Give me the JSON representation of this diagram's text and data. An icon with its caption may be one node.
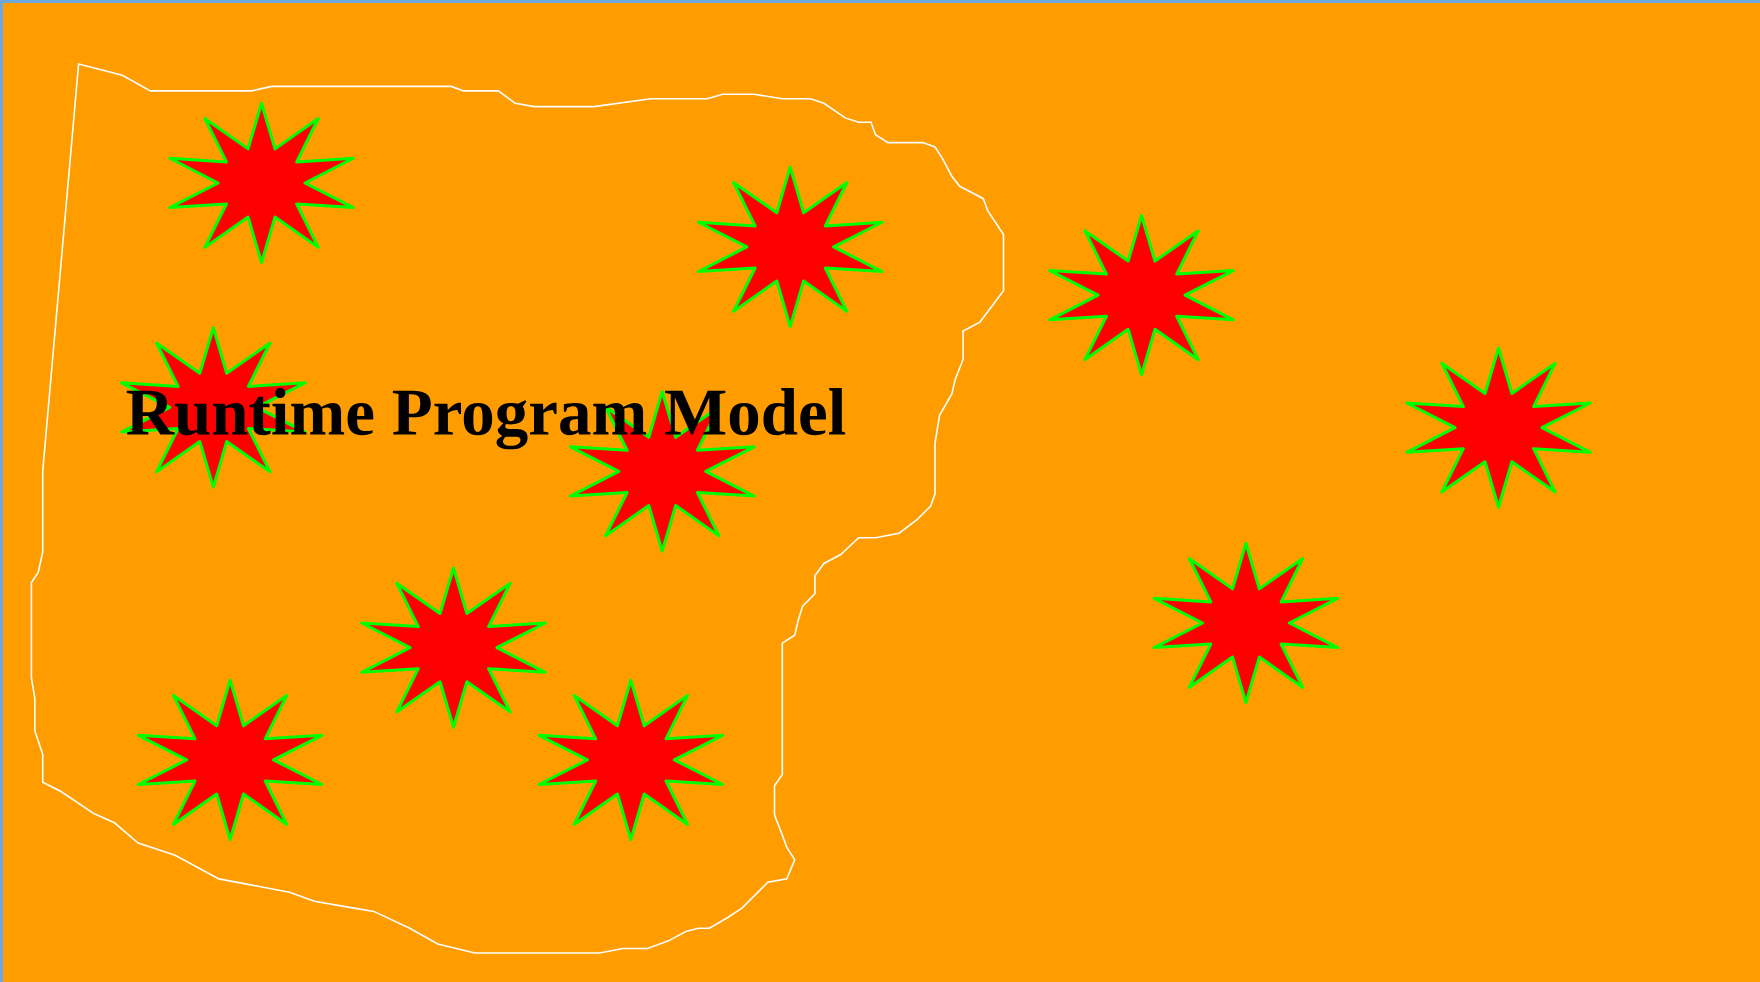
{
  "diagram": {
    "nodes": [
      {
        "text": [
          "Runtime Program Model"
        ]
      },
      {
        "text": [],
        "shape": "star",
        "in": 0
      },
      {
        "text": [],
        "shape": "star",
        "in": 0
      },
      {
        "text": [],
        "shape": "star"
      },
      {
        "text": [],
        "shape": "star",
        "in": 0
      },
      {
        "text": [],
        "shape": "star"
      },
      {
        "text": [],
        "shape": "star",
        "in": 0
      },
      {
        "text": [],
        "shape": "star"
      },
      {
        "text": [],
        "shape": "star",
        "in": 0
      },
      {
        "text": [],
        "shape": "star",
        "in": 0
      },
      {
        "text": [],
        "shape": "star",
        "in": 0
      }
    ],
    "edges": []
  }
}
